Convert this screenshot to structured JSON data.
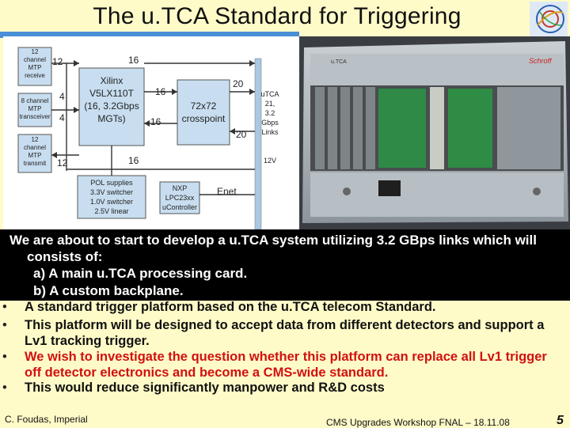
{
  "slide": {
    "title": "The u.TCA Standard for Triggering"
  },
  "diagram": {
    "box_rx12": [
      "12",
      "channel",
      "MTP",
      "receive"
    ],
    "box_tx8": [
      "8 channel",
      "MTP",
      "transceiver"
    ],
    "box_tx12": [
      "12",
      "channel",
      "MTP",
      "transmit"
    ],
    "fpga": [
      "Xilinx",
      "V5LX110T",
      "(16, 3.2Gbps",
      "MGTs)"
    ],
    "crosspoint": [
      "72x72",
      "crosspoint"
    ],
    "utca_links": [
      "uTCA",
      "21,",
      "3.2",
      "Gbps",
      "Links"
    ],
    "v12": "12V",
    "pol": [
      "POL supplies",
      "3.3V switcher",
      "1.0V switcher",
      "2.5V linear"
    ],
    "nxp": [
      "NXP",
      "LPC23xx",
      "uController"
    ],
    "enet": "Enet",
    "n12a": "12",
    "n16a": "16",
    "n4a": "4",
    "n4b": "4",
    "n16b": "16",
    "n16c": "16",
    "n20a": "20",
    "n20b": "20",
    "n12b": "12",
    "n16d": "16"
  },
  "photo": {
    "brand": "Schroff",
    "label": "u.TCA"
  },
  "banner": {
    "line1": "We are about to start to develop a u.TCA system utilizing 3.2 GBps links which will",
    "line2": "consists of:",
    "item_a": "a)  A main u.TCA processing card.",
    "item_b": "b)  A custom backplane."
  },
  "bullets": [
    {
      "dot": "•",
      "text": "A standard trigger platform based on the u.TCA telecom Standard.",
      "color": "#111111"
    },
    {
      "dot": "•",
      "text": "This platform will be designed to accept data from different detectors and support a Lv1 tracking trigger.",
      "color": "#111111"
    },
    {
      "dot": "•",
      "text": "We wish to investigate the question whether this platform can replace all Lv1 trigger off detector electronics and become a CMS-wide standard.",
      "color": "#d21010"
    },
    {
      "dot": "•",
      "text": "This would reduce significantly manpower and R&D costs",
      "color": "#111111"
    }
  ],
  "footer": {
    "author": "C. Foudas, Imperial",
    "event": "CMS Upgrades Workshop FNAL – 18.11.08",
    "page": "5"
  },
  "colors": {
    "background": "#fffbc8",
    "title_bar": "#4b8fd6",
    "diagram_box": "#c8def0",
    "banner": "#000000",
    "highlight_text": "#d21010"
  }
}
